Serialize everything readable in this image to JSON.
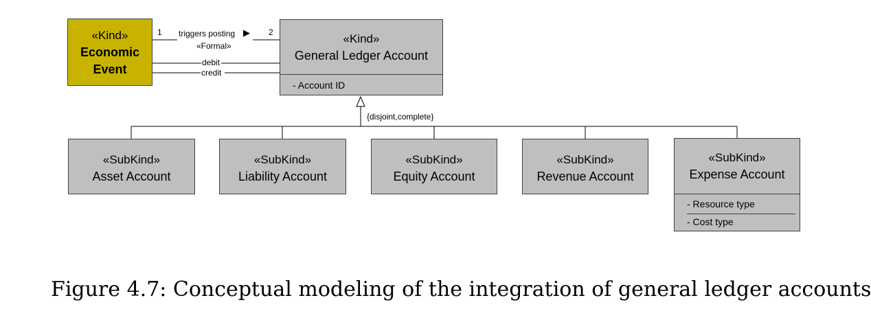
{
  "economic_event": {
    "stereotype": "«Kind»",
    "name_line1": "Economic",
    "name_line2": "Event",
    "fill": "#c8b400"
  },
  "general_ledger": {
    "stereotype": "«Kind»",
    "name": "General Ledger Account",
    "attribute": "- Account ID",
    "fill": "#bfbfbf"
  },
  "association": {
    "label": "triggers posting",
    "direction_arrow": "▶",
    "stereotype": "«Formal»",
    "mult_left": "1",
    "mult_right": "2",
    "debit_label": "debit",
    "credit_label": "credit"
  },
  "generalization": {
    "constraint": "{disjoint,complete}"
  },
  "subkinds": [
    {
      "stereotype": "«SubKind»",
      "name": "Asset Account"
    },
    {
      "stereotype": "«SubKind»",
      "name": "Liability Account"
    },
    {
      "stereotype": "«SubKind»",
      "name": "Equity Account"
    },
    {
      "stereotype": "«SubKind»",
      "name": "Revenue Account"
    },
    {
      "stereotype": "«SubKind»",
      "name": "Expense Account",
      "attributes": [
        "- Resource type",
        "- Cost type"
      ]
    }
  ],
  "caption": "Figure 4.7: Conceptual modeling of the integration of general ledger accounts"
}
